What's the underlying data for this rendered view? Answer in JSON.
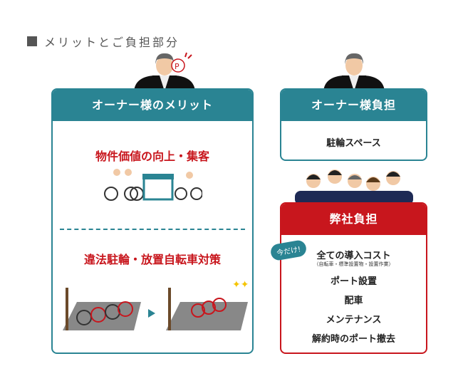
{
  "section_title": "メリットとご負担部分",
  "left": {
    "header": "オーナー様のメリット",
    "merit1": "物件価値の向上・集客",
    "merit2": "違法駐輪・放置自転車対策",
    "pin_label": "P"
  },
  "owner_burden": {
    "header": "オーナー様負担",
    "item": "駐輪スペース"
  },
  "company_burden": {
    "header": "弊社負担",
    "badge": "今だけ!",
    "items": [
      "全ての導入コスト",
      "ポート設置",
      "配車",
      "メンテナンス",
      "解約時のポート撤去"
    ],
    "note": "（自転車・標準設置物・設置作業）"
  },
  "colors": {
    "teal": "#2a8493",
    "red": "#c8161d"
  }
}
